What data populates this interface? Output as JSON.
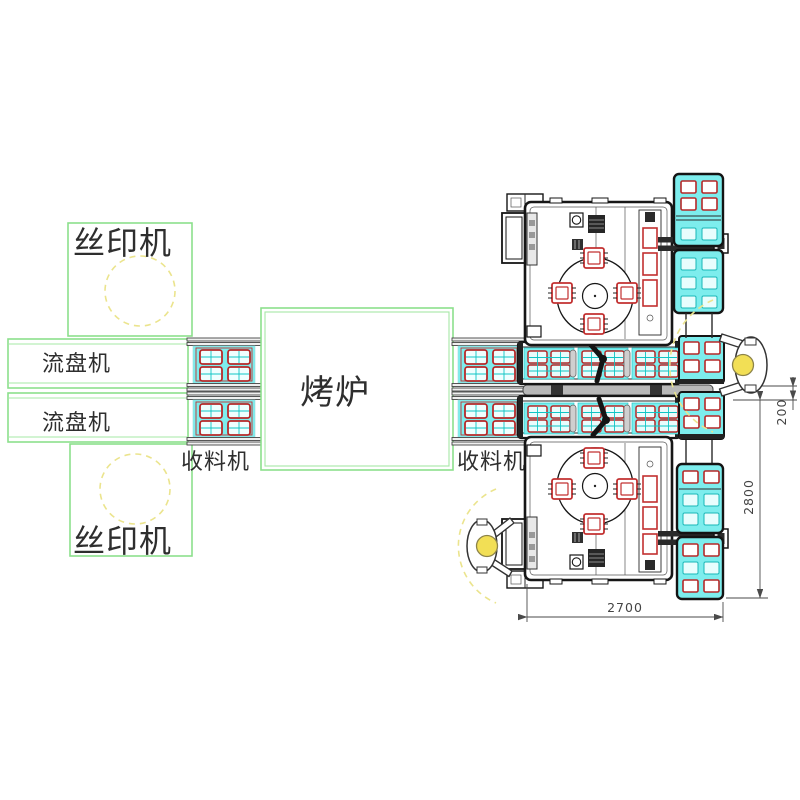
{
  "diagram_title": "production-line-layout-drawing",
  "labels": {
    "silk_printer_top": "丝印机",
    "silk_printer_bottom": "丝印机",
    "tray_flow_top": "流盘机",
    "tray_flow_bottom": "流盘机",
    "collector_left": "收料机",
    "collector_right": "收料机",
    "oven": "烤炉"
  },
  "dimensions": {
    "gap_vertical": "200",
    "height_vertical": "2800",
    "width_horizontal": "2700"
  },
  "colors": {
    "outline_green": "#8cdf8c",
    "dashed_yellow": "#ebe48d",
    "tray_cyan": "#7deded",
    "tray_red": "#c23030",
    "machine_dark": "#161616",
    "label_text": "#2e2e2e",
    "dimension_text": "#444444",
    "operator_head": "#f2df55"
  }
}
